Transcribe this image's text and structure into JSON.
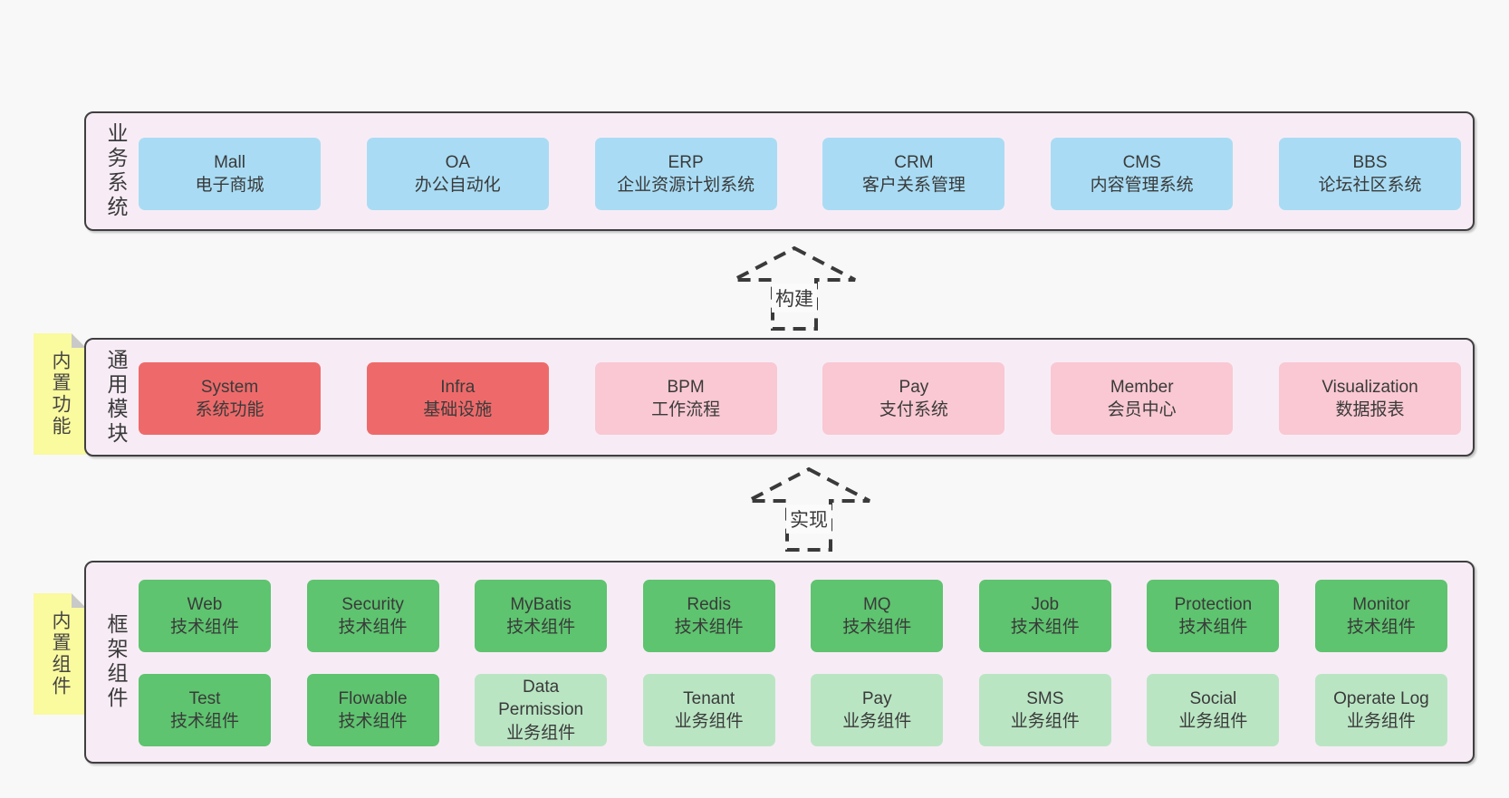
{
  "palette": {
    "page_bg": "#f8f8f8",
    "band_bg": "#f7ecf5",
    "band_border": "#3f3f3f",
    "blue": "#a9dcf4",
    "red": "#ee6a6a",
    "pink": "#f9c8d2",
    "green": "#5ec46f",
    "green_light": "#bae5c3",
    "note_bg": "#fafa9e",
    "note_fold": "#c9c9c9",
    "arrow_stroke": "#3a3a3a",
    "text": "#3a3a3a"
  },
  "bands": [
    {
      "label": "业务系统"
    },
    {
      "label": "通用模块",
      "note": "内置功能"
    },
    {
      "label": "框架组件",
      "note": "内置组件"
    }
  ],
  "arrows": [
    {
      "label": "构建"
    },
    {
      "label": "实现"
    }
  ],
  "boxes": {
    "business": [
      {
        "en": "Mall",
        "zh": "电子商城"
      },
      {
        "en": "OA",
        "zh": "办公自动化"
      },
      {
        "en": "ERP",
        "zh": "企业资源计划系统"
      },
      {
        "en": "CRM",
        "zh": "客户关系管理"
      },
      {
        "en": "CMS",
        "zh": "内容管理系统"
      },
      {
        "en": "BBS",
        "zh": "论坛社区系统"
      }
    ],
    "modules": [
      {
        "en": "System",
        "zh": "系统功能"
      },
      {
        "en": "Infra",
        "zh": "基础设施"
      },
      {
        "en": "BPM",
        "zh": "工作流程"
      },
      {
        "en": "Pay",
        "zh": "支付系统"
      },
      {
        "en": "Member",
        "zh": "会员中心"
      },
      {
        "en": "Visualization",
        "zh": "数据报表"
      }
    ],
    "components_row1": [
      {
        "en": "Web",
        "zh": "技术组件"
      },
      {
        "en": "Security",
        "zh": "技术组件"
      },
      {
        "en": "MyBatis",
        "zh": "技术组件"
      },
      {
        "en": "Redis",
        "zh": "技术组件"
      },
      {
        "en": "MQ",
        "zh": "技术组件"
      },
      {
        "en": "Job",
        "zh": "技术组件"
      },
      {
        "en": "Protection",
        "zh": "技术组件"
      },
      {
        "en": "Monitor",
        "zh": "技术组件"
      }
    ],
    "components_row2": [
      {
        "en": "Test",
        "zh": "技术组件"
      },
      {
        "en": "Flowable",
        "zh": "技术组件"
      },
      {
        "en": "Data Permission",
        "zh": "业务组件"
      },
      {
        "en": "Tenant",
        "zh": "业务组件"
      },
      {
        "en": "Pay",
        "zh": "业务组件"
      },
      {
        "en": "SMS",
        "zh": "业务组件"
      },
      {
        "en": "Social",
        "zh": "业务组件"
      },
      {
        "en": "Operate Log",
        "zh": "业务组件"
      }
    ]
  }
}
